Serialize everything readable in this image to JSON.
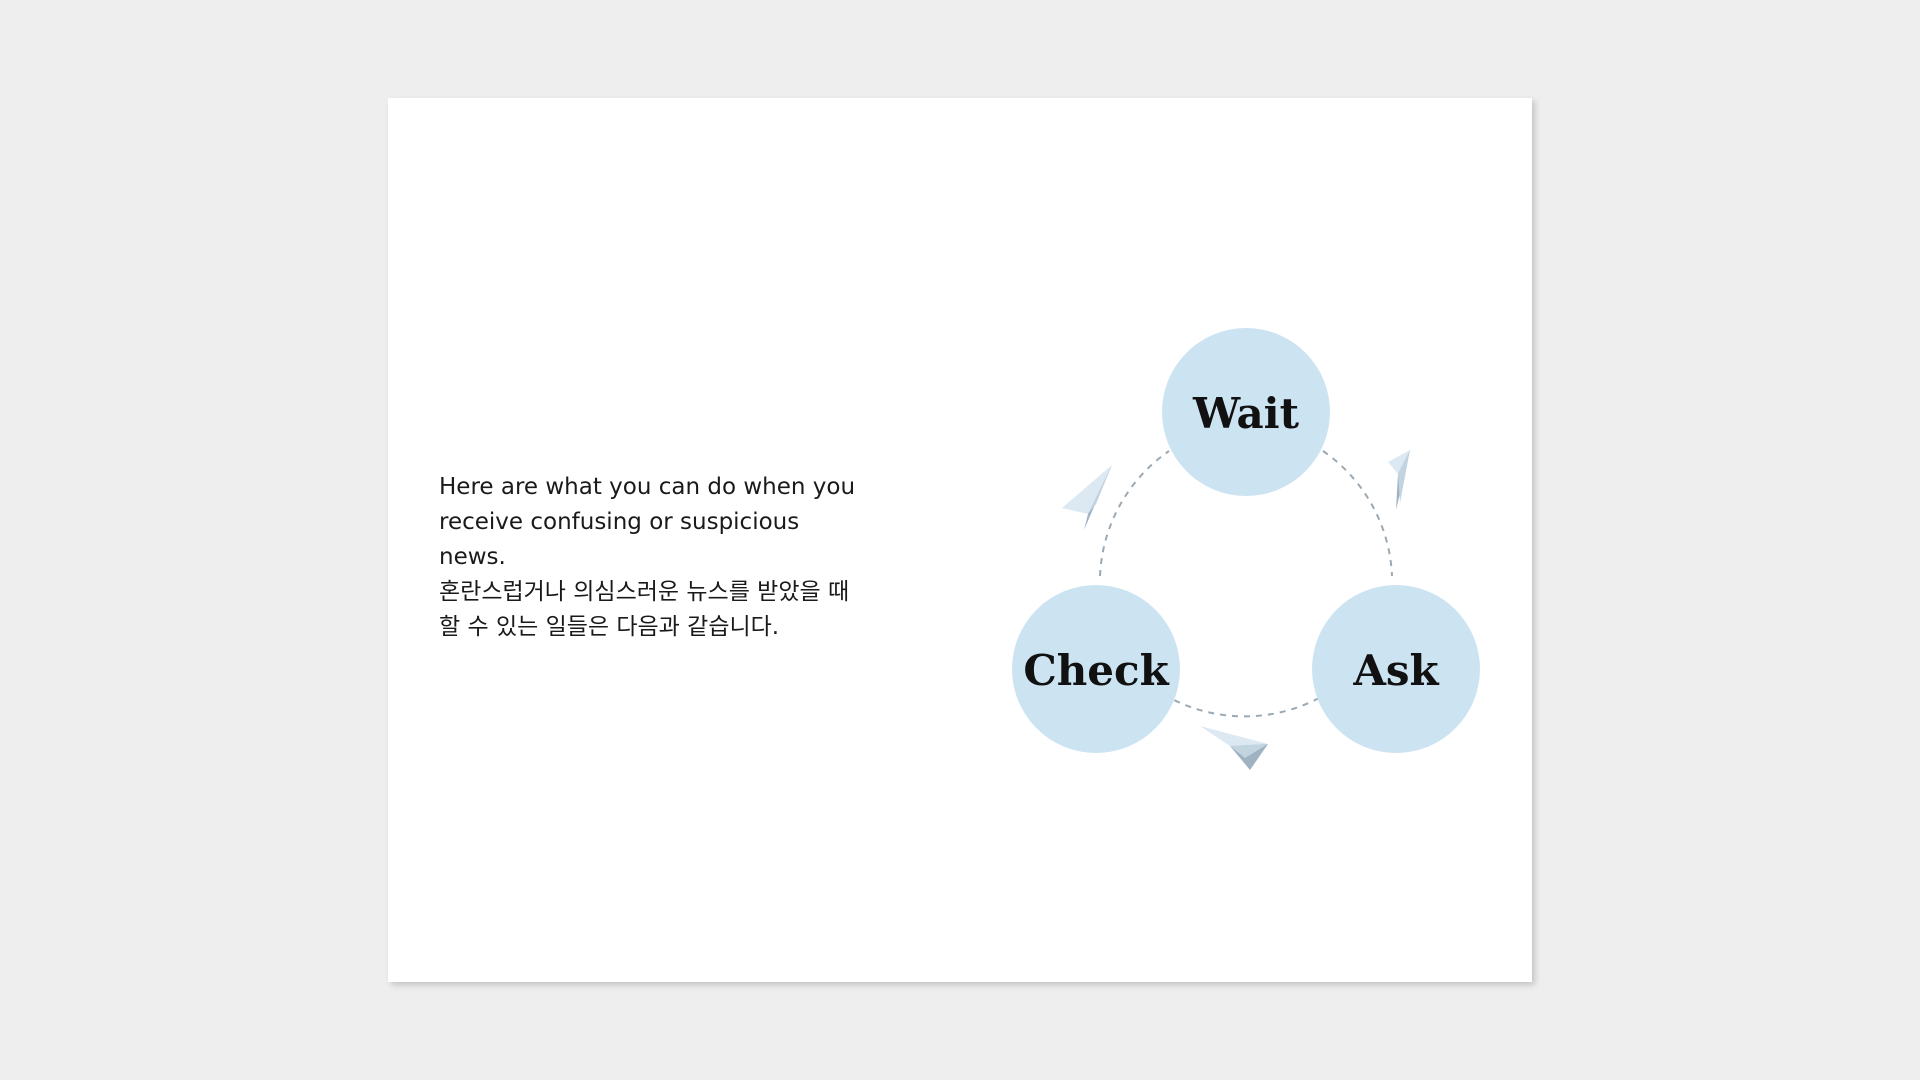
{
  "intro": {
    "english": "Here are what you can do when you receive confusing or suspicious news.",
    "korean": "혼란스럽거나 의심스러운 뉴스를 받았을 때 할 수 있는 일들은 다음과 같습니다."
  },
  "cycle": {
    "steps": [
      {
        "label": "Wait"
      },
      {
        "label": "Ask"
      },
      {
        "label": "Check"
      }
    ]
  },
  "colors": {
    "background": "#eeeeef",
    "slide": "#ffffff",
    "node_fill": "#cce3f2",
    "connector": "#9aa9b4",
    "plane_light": "#dde9f2",
    "plane_dark": "#9fb2c2"
  }
}
